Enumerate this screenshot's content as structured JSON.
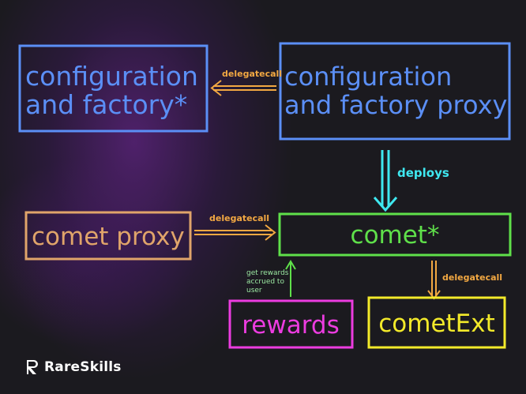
{
  "nodes": {
    "config_factory": {
      "line1": "configuration",
      "line2": "and factory*"
    },
    "config_factory_proxy": {
      "line1": "configuration",
      "line2": "and factory proxy"
    },
    "comet_proxy": {
      "label": "comet proxy"
    },
    "comet": {
      "label": "comet*"
    },
    "rewards": {
      "label": "rewards"
    },
    "comet_ext": {
      "label": "cometExt"
    }
  },
  "edges": {
    "proxy_to_factory": {
      "label": "delegatecall"
    },
    "deploys": {
      "label": "deploys"
    },
    "cometproxy_to_comet": {
      "label": "delegatecall"
    },
    "rewards_to_comet": {
      "line1": "get rewards",
      "line2": "accrued to",
      "line3": "user"
    },
    "comet_to_ext": {
      "label": "delegatecall"
    }
  },
  "brand": {
    "name": "RareSkills"
  },
  "colors": {
    "blue": "#5b8ff6",
    "green": "#5fe04a",
    "tan": "#e0a46a",
    "magenta": "#ec3ce0",
    "yellow": "#f3ea2a",
    "cyan": "#3fe8f0",
    "orange": "#f2a842",
    "light_green": "#9ae6a0"
  }
}
